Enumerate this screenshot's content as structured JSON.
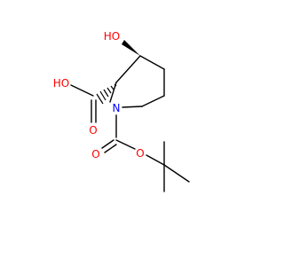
{
  "molecule": {
    "atom_labels": {
      "hydroxyl_top": "HO",
      "ring_nitrogen": "N",
      "acid_oh": "HO",
      "acid_carbonyl_o": "O",
      "boc_carbonyl_o": "O",
      "boc_ester_o": "O"
    },
    "colors": {
      "bond": "#000000",
      "oxygen": "#ff0000",
      "nitrogen": "#0000ff",
      "background": "#ffffff"
    }
  }
}
